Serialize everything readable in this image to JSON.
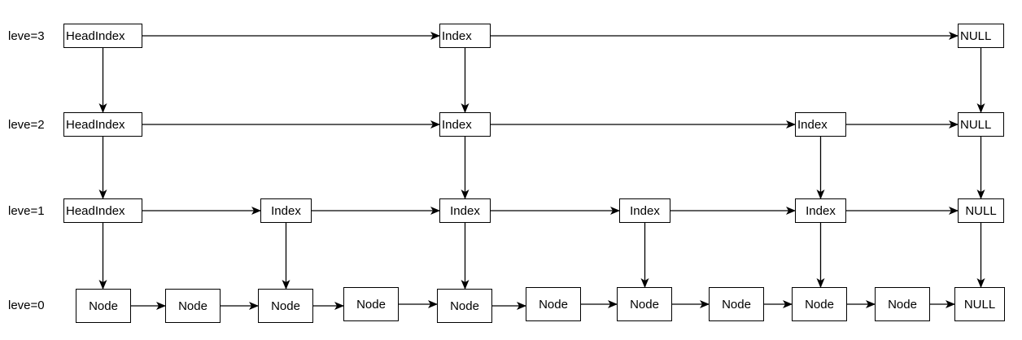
{
  "levels": [
    {
      "label": "leve=3"
    },
    {
      "label": "leve=2"
    },
    {
      "label": "leve=1"
    },
    {
      "label": "leve=0"
    }
  ],
  "nodes": [
    {
      "id": "h3",
      "text": "HeadIndex",
      "level": 3
    },
    {
      "id": "i3a",
      "text": "Index",
      "level": 3
    },
    {
      "id": "null3",
      "text": "NULL",
      "level": 3
    },
    {
      "id": "h2",
      "text": "HeadIndex",
      "level": 2
    },
    {
      "id": "i2a",
      "text": "Index",
      "level": 2
    },
    {
      "id": "i2b",
      "text": "Index",
      "level": 2
    },
    {
      "id": "null2",
      "text": "NULL",
      "level": 2
    },
    {
      "id": "h1",
      "text": "HeadIndex",
      "level": 1
    },
    {
      "id": "i1a",
      "text": "Index",
      "level": 1
    },
    {
      "id": "i1b",
      "text": "Index",
      "level": 1
    },
    {
      "id": "i1c",
      "text": "Index",
      "level": 1
    },
    {
      "id": "i1d",
      "text": "Index",
      "level": 1
    },
    {
      "id": "null1",
      "text": "NULL",
      "level": 1
    },
    {
      "id": "n1",
      "text": "Node",
      "level": 0
    },
    {
      "id": "n2",
      "text": "Node",
      "level": 0
    },
    {
      "id": "n3",
      "text": "Node",
      "level": 0
    },
    {
      "id": "n4",
      "text": "Node",
      "level": 0
    },
    {
      "id": "n5",
      "text": "Node",
      "level": 0
    },
    {
      "id": "n6",
      "text": "Node",
      "level": 0
    },
    {
      "id": "n7",
      "text": "Node",
      "level": 0
    },
    {
      "id": "n8",
      "text": "Node",
      "level": 0
    },
    {
      "id": "n9",
      "text": "Node",
      "level": 0
    },
    {
      "id": "n10",
      "text": "Node",
      "level": 0
    },
    {
      "id": "null0",
      "text": "NULL",
      "level": 0
    }
  ],
  "edges": [
    [
      "h3",
      "i3a"
    ],
    [
      "i3a",
      "null3"
    ],
    [
      "h2",
      "i2a"
    ],
    [
      "i2a",
      "i2b"
    ],
    [
      "i2b",
      "null2"
    ],
    [
      "h1",
      "i1a"
    ],
    [
      "i1a",
      "i1b"
    ],
    [
      "i1b",
      "i1c"
    ],
    [
      "i1c",
      "i1d"
    ],
    [
      "i1d",
      "null1"
    ],
    [
      "n1",
      "n2"
    ],
    [
      "n2",
      "n3"
    ],
    [
      "n3",
      "n4"
    ],
    [
      "n4",
      "n5"
    ],
    [
      "n5",
      "n6"
    ],
    [
      "n6",
      "n7"
    ],
    [
      "n7",
      "n8"
    ],
    [
      "n8",
      "n9"
    ],
    [
      "n9",
      "n10"
    ],
    [
      "n10",
      "null0"
    ],
    [
      "h3",
      "h2"
    ],
    [
      "i3a",
      "i2a"
    ],
    [
      "null3",
      "null2"
    ],
    [
      "h2",
      "h1"
    ],
    [
      "i2a",
      "i1b"
    ],
    [
      "i2b",
      "i1d"
    ],
    [
      "null2",
      "null1"
    ],
    [
      "h1",
      "n1"
    ],
    [
      "i1a",
      "n3"
    ],
    [
      "i1b",
      "n5"
    ],
    [
      "i1c",
      "n7"
    ],
    [
      "i1d",
      "n9"
    ],
    [
      "null1",
      "null0"
    ]
  ]
}
